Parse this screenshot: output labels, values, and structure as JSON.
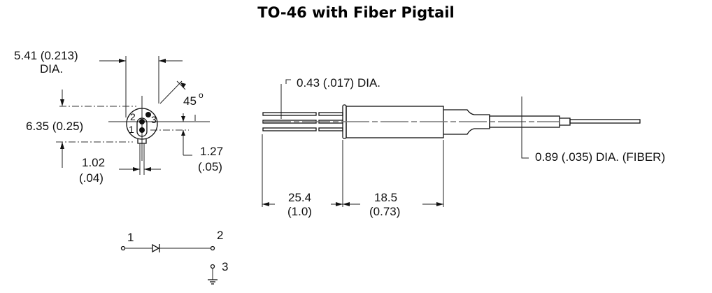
{
  "title": "TO-46 with Fiber Pigtail",
  "front_view": {
    "dia_label_1": "5.41 (0.213)",
    "dia_label_2": "DIA.",
    "height_label": "6.35 (0.25)",
    "angle_label": "45",
    "angle_unit": "o",
    "pin_spacing_1": "1.27",
    "pin_spacing_2": "(.05)",
    "tab_width_1": "1.02",
    "tab_width_2": "(.04)",
    "pin_labels": [
      "1",
      "2",
      "3"
    ]
  },
  "side_view": {
    "lead_dia_label": "0.43 (.017) DIA.",
    "fiber_dia_label": "0.89 (.035) DIA. (FIBER)",
    "lead_length_1": "25.4",
    "lead_length_2": "(1.0)",
    "body_length_1": "18.5",
    "body_length_2": "(0.73)"
  },
  "schematic": {
    "pin_1": "1",
    "pin_2": "2",
    "pin_3": "3"
  }
}
